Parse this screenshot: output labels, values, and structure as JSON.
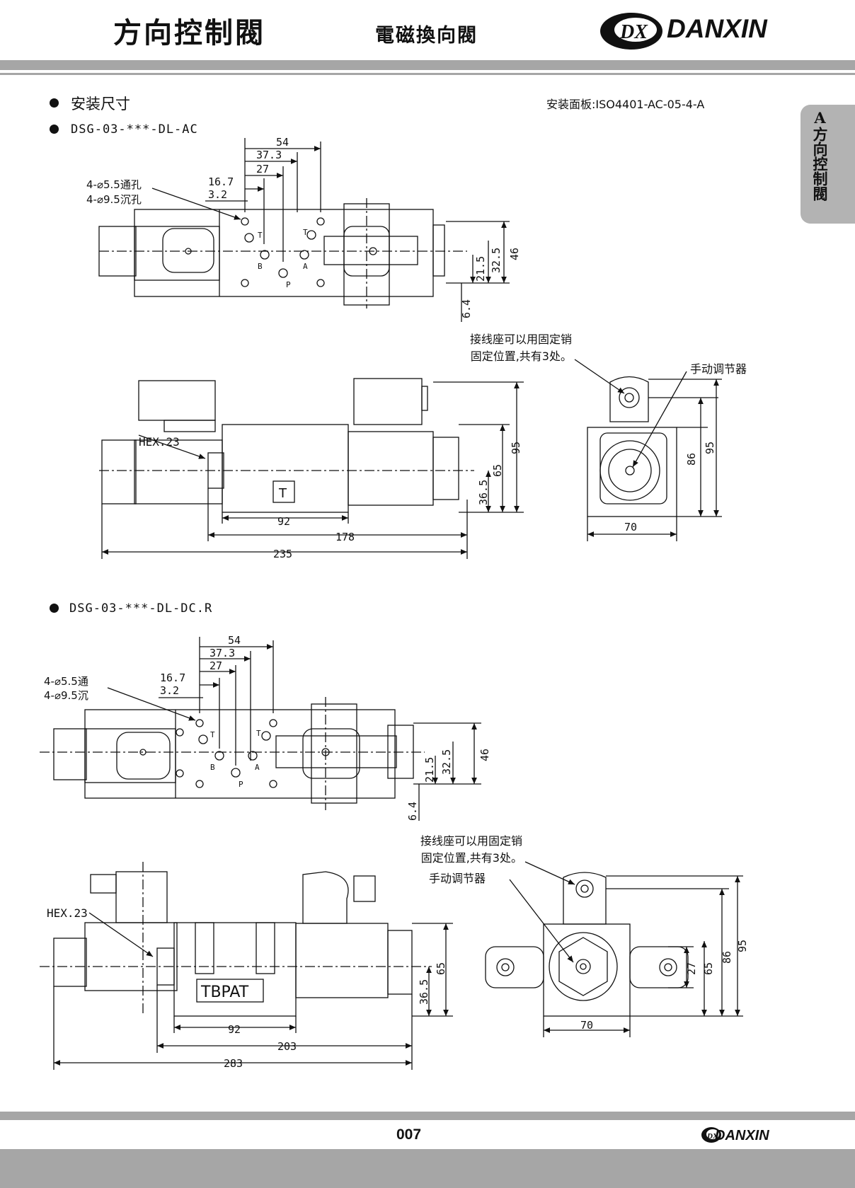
{
  "header": {
    "title": "方向控制閥",
    "subtitle": "電磁換向閥",
    "brand_logo": "DX",
    "brand_name": "DANXIN"
  },
  "side_tab": {
    "text": "A方向控制閥"
  },
  "section": {
    "title": "安装尺寸",
    "mounting_panel": "安装面板:ISO4401-AC-05-4-A"
  },
  "ac_model": {
    "label": "DSG-03-***-DL-AC",
    "holes": [
      "4-⌀5.5通孔",
      "4-⌀9.5沉孔"
    ],
    "top_dims": [
      "54",
      "37.3",
      "27",
      "16.7",
      "3.2"
    ],
    "right_dims": [
      "46",
      "32.5",
      "21.5",
      "6.4"
    ],
    "port_labels": [
      "T",
      "B",
      "P",
      "A",
      "T"
    ],
    "note_line1": "接线座可以用固定销",
    "note_line2": "固定位置,共有3处。",
    "manual_label": "手动调节器",
    "hex_label": "HEX.23",
    "name_plate": "T",
    "side_dims": [
      "95",
      "65",
      "36.5"
    ],
    "bottom_dims": [
      "92",
      "178",
      "235"
    ],
    "end_dims": [
      "86",
      "95",
      "70"
    ]
  },
  "dc_model": {
    "label": "DSG-03-***-DL-DC.R",
    "holes": [
      "4-⌀5.5通",
      "4-⌀9.5沉"
    ],
    "top_dims": [
      "54",
      "37.3",
      "27",
      "16.7",
      "3.2"
    ],
    "right_dims": [
      "46",
      "32.5",
      "21.5",
      "6.4"
    ],
    "port_labels": [
      "T",
      "B",
      "P",
      "A",
      "T"
    ],
    "note_line1": "接线座可以用固定销",
    "note_line2": "固定位置,共有3处。",
    "manual_label": "手动调节器",
    "hex_label": "HEX.23",
    "name_plate": "TBPAT",
    "side_dims": [
      "65",
      "36.5"
    ],
    "bottom_dims": [
      "92",
      "203",
      "283"
    ],
    "end_dims": [
      "27",
      "65",
      "86",
      "95",
      "70"
    ]
  },
  "footer": {
    "page_number": "007",
    "brand_logo": "DX",
    "brand_name": "DANXIN"
  }
}
